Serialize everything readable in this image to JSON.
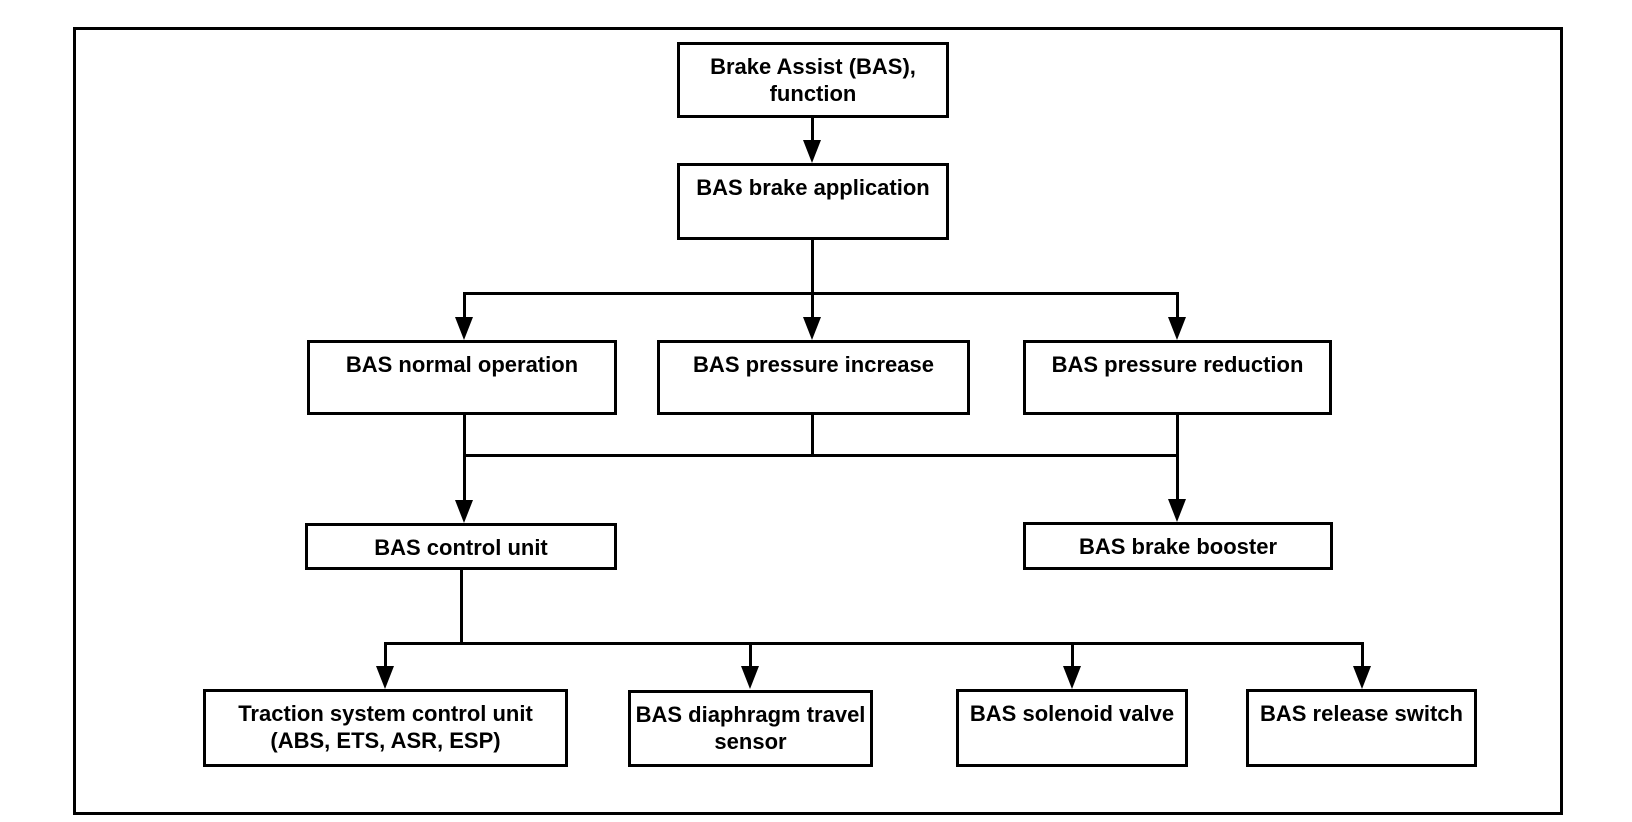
{
  "diagram": {
    "title": "Brake Assist (BAS), function",
    "colors": {
      "line": "#000000",
      "background": "#ffffff",
      "text": "#000000"
    },
    "nodes": {
      "function": {
        "label": "Brake Assist (BAS),\nfunction"
      },
      "brake_application": {
        "label": "BAS brake application"
      },
      "normal_operation": {
        "label": "BAS normal operation"
      },
      "pressure_increase": {
        "label": "BAS pressure increase"
      },
      "pressure_reduction": {
        "label": "BAS pressure reduction"
      },
      "control_unit": {
        "label": "BAS control unit"
      },
      "brake_booster": {
        "label": "BAS brake booster"
      },
      "traction_control_unit": {
        "label": "Traction system control unit\n(ABS, ETS, ASR, ESP)"
      },
      "diaphragm_sensor": {
        "label": "BAS diaphragm travel\nsensor"
      },
      "solenoid_valve": {
        "label": "BAS solenoid valve"
      },
      "release_switch": {
        "label": "BAS release switch"
      }
    },
    "edges": [
      {
        "from": "function",
        "to": "brake_application",
        "arrow": true
      },
      {
        "from": "brake_application",
        "to": "normal_operation",
        "arrow": true
      },
      {
        "from": "brake_application",
        "to": "pressure_increase",
        "arrow": true
      },
      {
        "from": "brake_application",
        "to": "pressure_reduction",
        "arrow": true
      },
      {
        "from": "normal_operation",
        "to": "control_unit",
        "arrow": true
      },
      {
        "from": "pressure_increase",
        "to": "control_unit",
        "arrow": true
      },
      {
        "from": "pressure_increase",
        "to": "brake_booster",
        "arrow": true
      },
      {
        "from": "pressure_reduction",
        "to": "brake_booster",
        "arrow": true
      },
      {
        "from": "control_unit",
        "to": "traction_control_unit",
        "arrow": true
      },
      {
        "from": "control_unit",
        "to": "diaphragm_sensor",
        "arrow": true
      },
      {
        "from": "control_unit",
        "to": "solenoid_valve",
        "arrow": true
      },
      {
        "from": "control_unit",
        "to": "release_switch",
        "arrow": true
      }
    ]
  }
}
